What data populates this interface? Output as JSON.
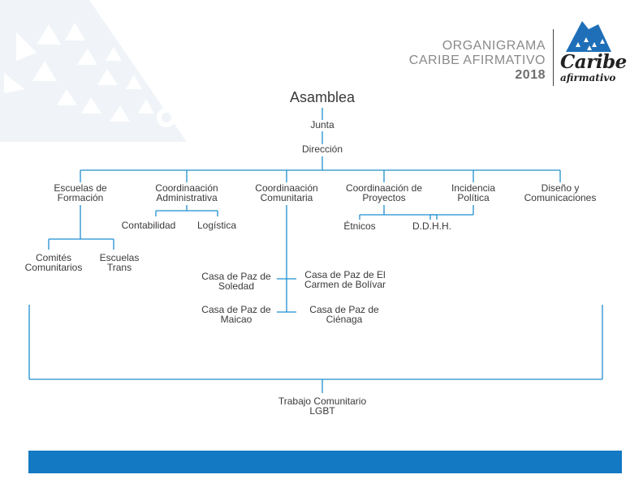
{
  "colors": {
    "line": "#1f8fd0",
    "bar": "#1279c2",
    "decor": "#eef3f8"
  },
  "header": {
    "title_line1": "ORGANIGRAMA",
    "title_line2": "CARIBE AFIRMATIVO",
    "title_line3": "2018",
    "logo_text_main": "Caribe",
    "logo_text_sub": "afirmativo",
    "logo_icon": "bird-mountain-logo"
  },
  "org": {
    "asamblea": "Asamblea",
    "junta": "Junta",
    "direccion": "Dirección",
    "escuelas": {
      "line1": "Escuelas de",
      "line2": "Formación"
    },
    "coord_admin": {
      "line1": "Coordinaación",
      "line2": "Administrativa"
    },
    "coord_com": {
      "line1": "Coordinaación",
      "line2": "Comunitaria"
    },
    "coord_proy": {
      "line1": "Coordinaación de",
      "line2": "Proyectos"
    },
    "incidencia": {
      "line1": "Incidencia",
      "line2": "Política"
    },
    "diseno": {
      "line1": "Diseño y",
      "line2": "Comunicaciones"
    },
    "contabilidad": "Contabilidad",
    "logistica": "Logística",
    "etnicos": "Étnicos",
    "ddhh": "D.D.H.H.",
    "comites": {
      "line1": "Comités",
      "line2": "Comunitarios"
    },
    "escuelas_trans": {
      "line1": "Escuelas",
      "line2": "Trans"
    },
    "cp_soledad": {
      "line1": "Casa de Paz de",
      "line2": "Soledad"
    },
    "cp_carmen": {
      "line1": "Casa de Paz de El",
      "line2": "Carmen de Bolívar"
    },
    "cp_maicao": {
      "line1": "Casa de Paz de",
      "line2": "Maicao"
    },
    "cp_cienaga": {
      "line1": "Casa de Paz de",
      "line2": "Ciénaga"
    },
    "trabajo": {
      "line1": "Trabajo Comunitario",
      "line2": "LGBT"
    }
  }
}
